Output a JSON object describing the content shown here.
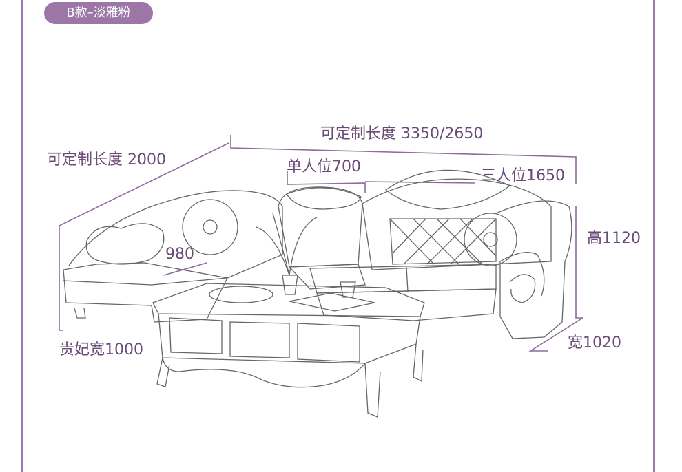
{
  "badge": {
    "text": "B款–淡雅粉"
  },
  "dimensions": {
    "custom_length_main": "可定制长度 3350/2650",
    "custom_length_side": "可定制长度 2000",
    "single_seat": "单人位700",
    "three_seat": "三人位1650",
    "height": "高1120",
    "depth_980": "980",
    "chaise_width": "贵妃宽1000",
    "width": "宽1020"
  },
  "colors": {
    "accent": "#9b76a6",
    "dimension_text": "#6a4b77",
    "dimension_line": "#8e6b9c",
    "sketch": "#666666"
  }
}
